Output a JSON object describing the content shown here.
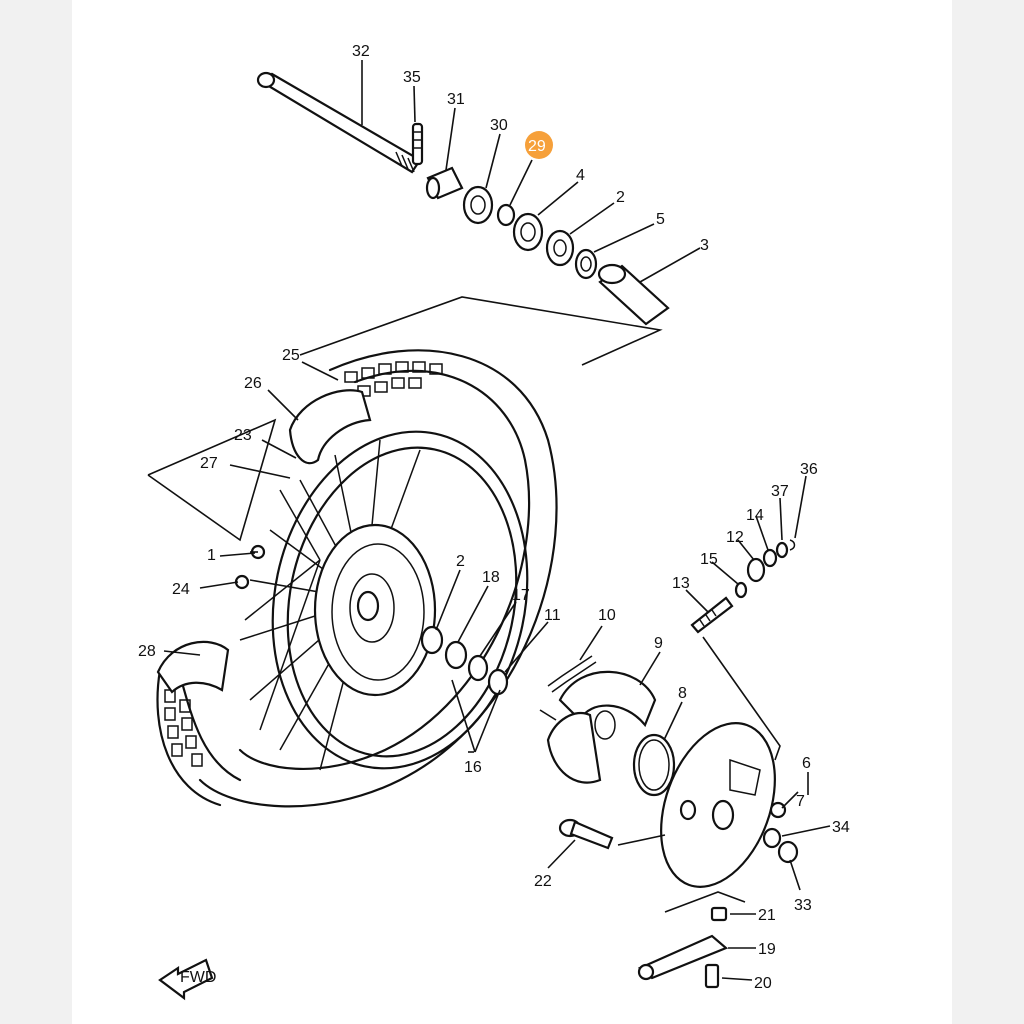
{
  "diagram": {
    "highlight_color": "#f6a03a",
    "highlighted_part": "29",
    "arrow_badge": "FWD",
    "callouts": [
      {
        "id": "c32",
        "label": "32"
      },
      {
        "id": "c35",
        "label": "35"
      },
      {
        "id": "c31",
        "label": "31"
      },
      {
        "id": "c30",
        "label": "30"
      },
      {
        "id": "c29",
        "label": "29"
      },
      {
        "id": "c4",
        "label": "4"
      },
      {
        "id": "c2a",
        "label": "2"
      },
      {
        "id": "c5",
        "label": "5"
      },
      {
        "id": "c3",
        "label": "3"
      },
      {
        "id": "c25",
        "label": "25"
      },
      {
        "id": "c26",
        "label": "26"
      },
      {
        "id": "c23",
        "label": "23"
      },
      {
        "id": "c27",
        "label": "27"
      },
      {
        "id": "c1",
        "label": "1"
      },
      {
        "id": "c24",
        "label": "24"
      },
      {
        "id": "c28",
        "label": "28"
      },
      {
        "id": "c2b",
        "label": "2"
      },
      {
        "id": "c18",
        "label": "18"
      },
      {
        "id": "c17",
        "label": "17"
      },
      {
        "id": "c11",
        "label": "11"
      },
      {
        "id": "c10",
        "label": "10"
      },
      {
        "id": "c9",
        "label": "9"
      },
      {
        "id": "c8",
        "label": "8"
      },
      {
        "id": "c16",
        "label": "16"
      },
      {
        "id": "c36",
        "label": "36"
      },
      {
        "id": "c37",
        "label": "37"
      },
      {
        "id": "c14",
        "label": "14"
      },
      {
        "id": "c12",
        "label": "12"
      },
      {
        "id": "c15",
        "label": "15"
      },
      {
        "id": "c13",
        "label": "13"
      },
      {
        "id": "c6",
        "label": "6"
      },
      {
        "id": "c7",
        "label": "7"
      },
      {
        "id": "c34",
        "label": "34"
      },
      {
        "id": "c33",
        "label": "33"
      },
      {
        "id": "c22",
        "label": "22"
      },
      {
        "id": "c21",
        "label": "21"
      },
      {
        "id": "c19",
        "label": "19"
      },
      {
        "id": "c20",
        "label": "20"
      }
    ]
  }
}
